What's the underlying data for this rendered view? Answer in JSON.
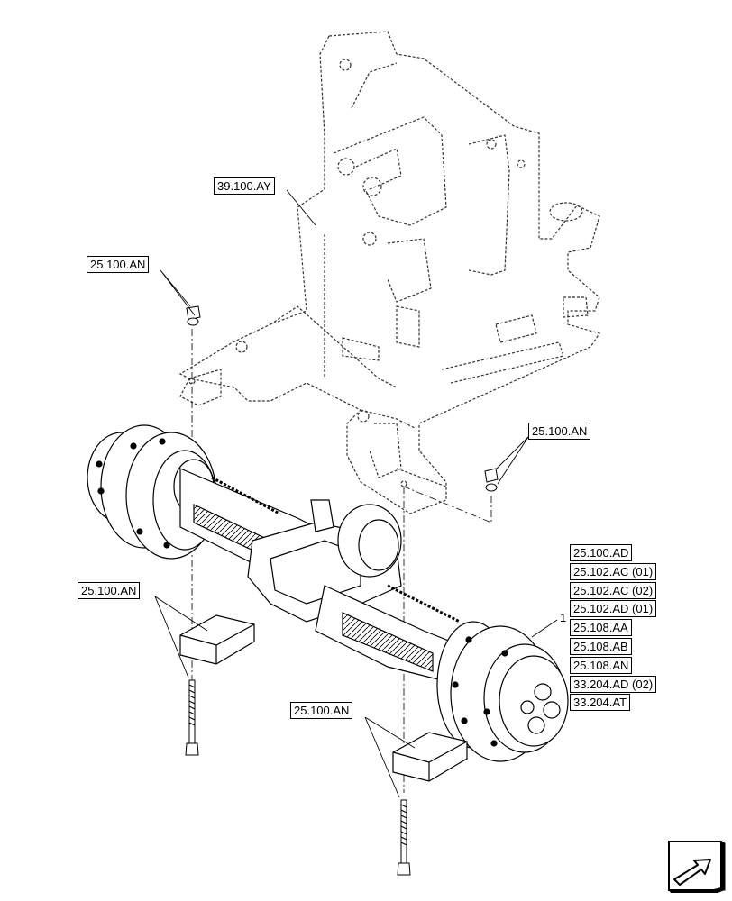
{
  "references": {
    "frame": "39.100.AY",
    "nuts_upper": "25.100.AN",
    "nuts_right": "25.100.AN",
    "bolt_left": "25.100.AN",
    "bolt_right": "25.100.AN"
  },
  "item_callout": "1",
  "axle_references": [
    "25.100.AD",
    "25.102.AC (01)",
    "25.102.AC (02)",
    "25.102.AD (01)",
    "25.108.AA",
    "25.108.AB",
    "25.108.AN",
    "33.204.AD (02)",
    "33.204.AT"
  ],
  "icons": {
    "navigation": "next-page-arrow-icon"
  }
}
